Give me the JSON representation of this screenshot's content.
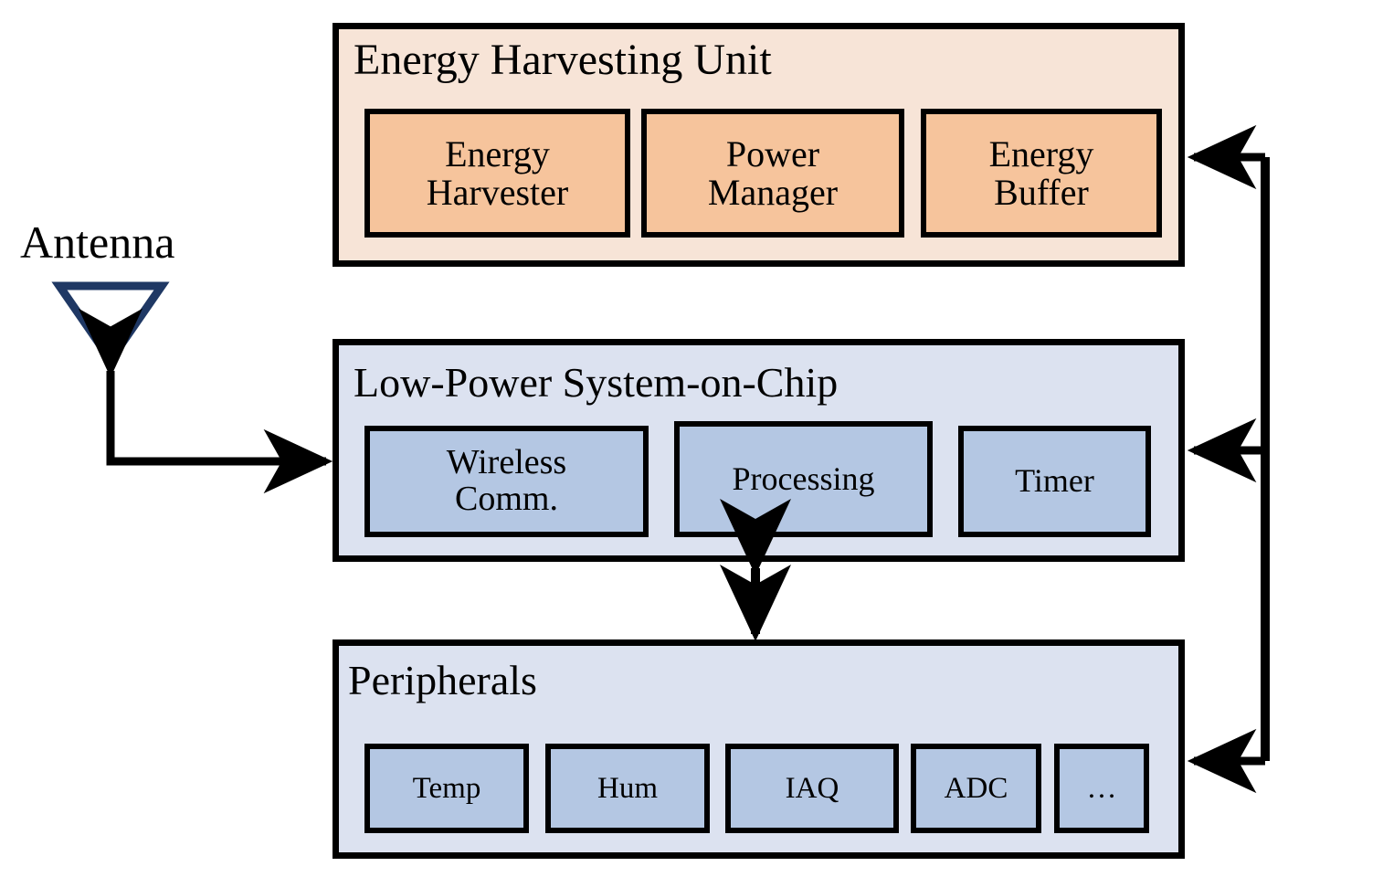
{
  "diagram": {
    "title": "Energy-harvesting wireless sensor node block diagram",
    "colors": {
      "harvest_panel_fill": "#F7E4D7",
      "harvest_block_fill": "#F6C49C",
      "soc_panel_fill": "#DCE2F0",
      "soc_block_fill": "#B4C7E3",
      "stroke": "#000000",
      "antenna_stroke": "#1F3864"
    },
    "antenna": {
      "label": "Antenna",
      "shape": "downward-triangle-outline"
    },
    "panels": [
      {
        "id": "energy-harvesting-unit",
        "title": "Energy Harvesting Unit",
        "blocks": [
          {
            "id": "energy-harvester",
            "label": "Energy\nHarvester"
          },
          {
            "id": "power-manager",
            "label": "Power\nManager"
          },
          {
            "id": "energy-buffer",
            "label": "Energy\nBuffer"
          }
        ]
      },
      {
        "id": "low-power-soc",
        "title": "Low-Power System-on-Chip",
        "blocks": [
          {
            "id": "wireless-comm",
            "label": "Wireless\nComm."
          },
          {
            "id": "processing",
            "label": "Processing"
          },
          {
            "id": "timer",
            "label": "Timer"
          }
        ]
      },
      {
        "id": "peripherals",
        "title": "Peripherals",
        "blocks": [
          {
            "id": "temp",
            "label": "Temp"
          },
          {
            "id": "hum",
            "label": "Hum"
          },
          {
            "id": "iaq",
            "label": "IAQ"
          },
          {
            "id": "adc",
            "label": "ADC"
          },
          {
            "id": "more",
            "label": "…"
          }
        ]
      }
    ],
    "connections": [
      {
        "id": "antenna-to-soc",
        "from": "low-power-soc",
        "to": "antenna",
        "style": "double-arrow-elbow"
      },
      {
        "id": "power-bus-to-harvesting-unit",
        "from": "power-bus",
        "to": "energy-harvesting-unit",
        "style": "single-arrow-left"
      },
      {
        "id": "power-bus-to-soc",
        "from": "power-bus",
        "to": "low-power-soc",
        "style": "single-arrow-left"
      },
      {
        "id": "power-bus-to-peripherals",
        "from": "power-bus",
        "to": "peripherals",
        "style": "single-arrow-left"
      },
      {
        "id": "soc-to-peripherals",
        "from": "low-power-soc",
        "to": "peripherals",
        "style": "double-arrow-vertical"
      }
    ]
  }
}
